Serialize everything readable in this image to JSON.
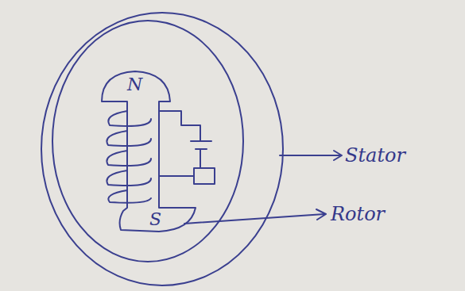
{
  "diagram": {
    "labels": [
      "N",
      "S",
      "Stator",
      "Rotor"
    ]
  }
}
